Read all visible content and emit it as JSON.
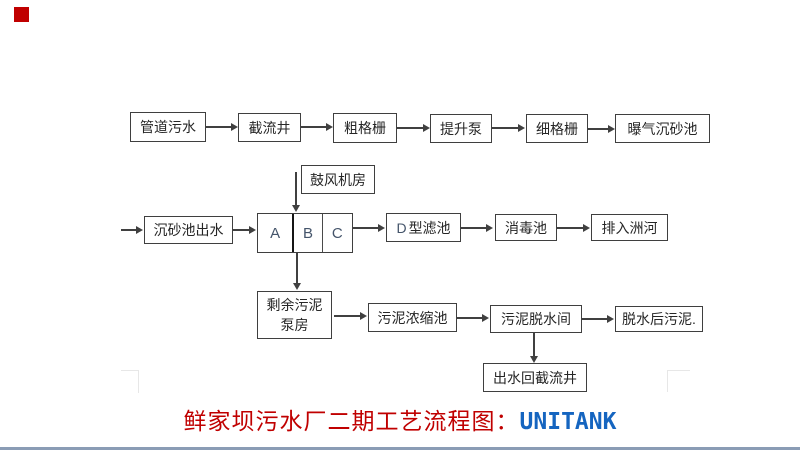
{
  "nodes": {
    "pipe_sewage": "管道污水",
    "interception_well": "截流井",
    "coarse_screen": "粗格栅",
    "lift_pump": "提升泵",
    "fine_screen": "细格栅",
    "aerated_grit_chamber": "曝气沉砂池",
    "blower_room": "鼓风机房",
    "grit_chamber_outflow": "沉砂池出水",
    "unitank_cell_a": "A",
    "unitank_cell_b": "B",
    "unitank_cell_c": "C",
    "d_filter_prefix": "D",
    "d_filter_suffix": "型滤池",
    "disinfection_tank": "消毒池",
    "discharge_river": "排入洲河",
    "surplus_sludge_line1": "剩余污泥",
    "surplus_sludge_line2": "泵房",
    "sludge_thickening": "污泥浓缩池",
    "sludge_dewatering": "污泥脱水间",
    "dewatered_sludge": "脱水后污泥.",
    "outflow_return_well": "出水回截流井"
  },
  "caption": {
    "title_red": "鲜家坝污水厂二期工艺流程图：",
    "title_blue": "UNITANK"
  },
  "colors": {
    "red_marker": "#c00000",
    "caption_red": "#c00000",
    "caption_blue": "#1565c0",
    "box_border": "#3f3f3f",
    "unitank_letters": "#44546a",
    "bottom_rule": "#8a9cb5"
  }
}
